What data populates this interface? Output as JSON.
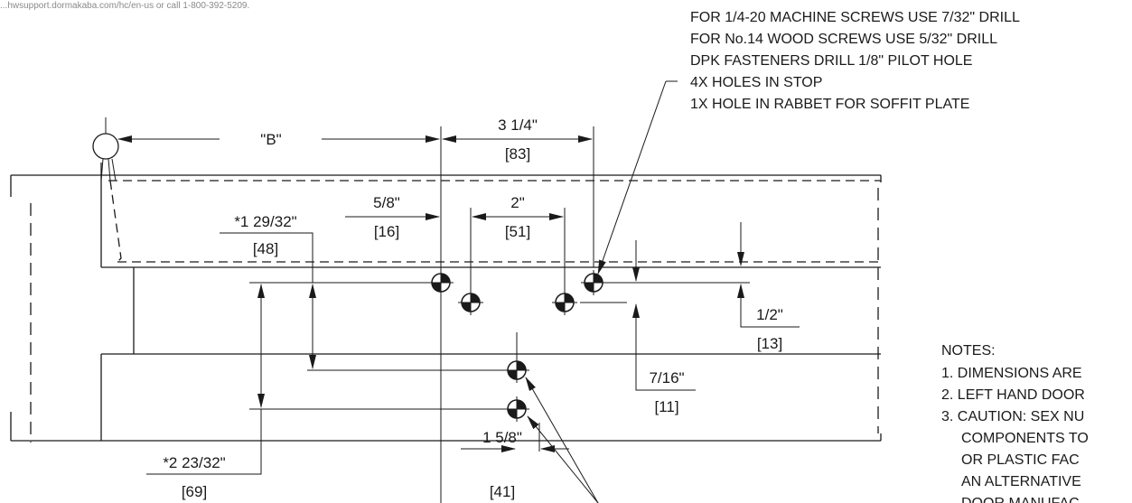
{
  "header": {
    "url_text": "...hwsupport.dormakaba.com/hc/en-us or call 1-800-392-5209."
  },
  "drill_notes": [
    "FOR 1/4-20 MACHINE SCREWS USE 7/32\" DRILL",
    "FOR No.14 WOOD SCREWS USE 5/32\" DRILL",
    "DPK FASTENERS DRILL 1/8\" PILOT HOLE",
    "4X HOLES IN STOP",
    "1X HOLE IN RABBET FOR SOFFIT PLATE"
  ],
  "dimensions": {
    "b": {
      "text": "\"B\""
    },
    "d3_1_4": {
      "imperial": "3 1/4\"",
      "metric": "[83]"
    },
    "d5_8": {
      "imperial": "5/8\"",
      "metric": "[16]"
    },
    "d2": {
      "imperial": "2\"",
      "metric": "[51]"
    },
    "d1_29_32": {
      "imperial": "*1 29/32\"",
      "metric": "[48]"
    },
    "d1_2": {
      "imperial": "1/2\"",
      "metric": "[13]"
    },
    "d7_16": {
      "imperial": "7/16\"",
      "metric": "[11]"
    },
    "d2_23_32": {
      "imperial": "*2 23/32\"",
      "metric": "[69]"
    },
    "d1_5_8": {
      "imperial": "1 5/8\"",
      "metric": "[41]"
    }
  },
  "notes": {
    "title": "NOTES:",
    "items": [
      "1. DIMENSIONS ARE",
      "2. LEFT HAND DOOR",
      "3. CAUTION: SEX NU",
      "COMPONENTS TO",
      "OR PLASTIC FAC",
      "AN ALTERNATIVE",
      "DOOR MANUFAC"
    ]
  }
}
